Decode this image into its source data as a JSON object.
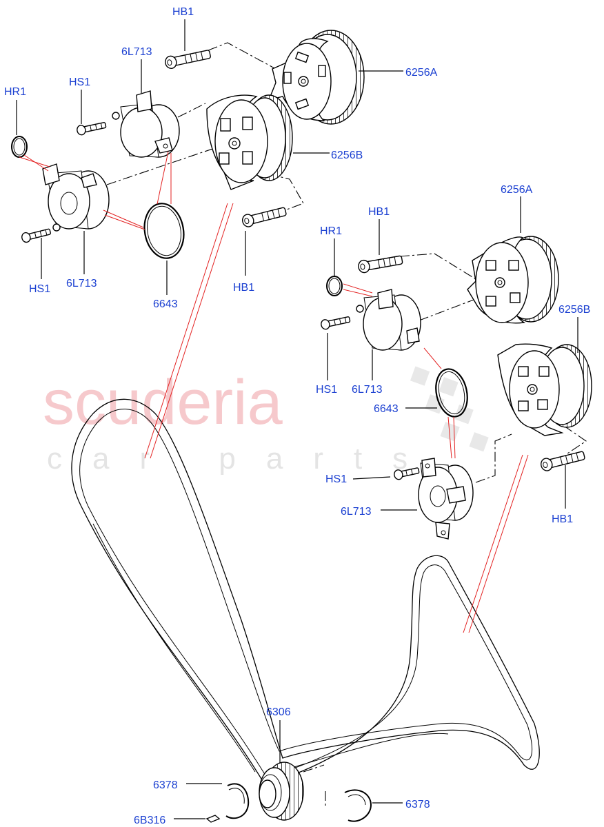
{
  "watermark": {
    "brand": "scuderia",
    "tagline": "car parts"
  },
  "labels": {
    "hb1_top": "HB1",
    "l6l713_top": "6L713",
    "hs1_top": "HS1",
    "hr1_left": "HR1",
    "p6256a_top": "6256A",
    "p6256b_top": "6256B",
    "hs1_left_bottom": "HS1",
    "l6l713_left_bottom": "6L713",
    "p6643_left": "6643",
    "hb1_mid": "HB1",
    "p6256a_right": "6256A",
    "hb1_right_upper": "HB1",
    "hr1_right": "HR1",
    "p6256b_right": "6256B",
    "hs1_right_mid": "HS1",
    "l6l713_right_mid": "6L713",
    "p6643_right": "6643",
    "hs1_right_low": "HS1",
    "l6l713_right_low": "6L713",
    "hb1_right_low": "HB1",
    "p6306": "6306",
    "p6378_left": "6378",
    "p6378_right": "6378",
    "p6b316": "6B316"
  },
  "colors": {
    "label_blue": "#1a3fd1",
    "leader_black": "#000000",
    "guide_red": "#e32222",
    "watermark_pink": "#f6c9cc",
    "watermark_grey": "#e4e4e4"
  }
}
